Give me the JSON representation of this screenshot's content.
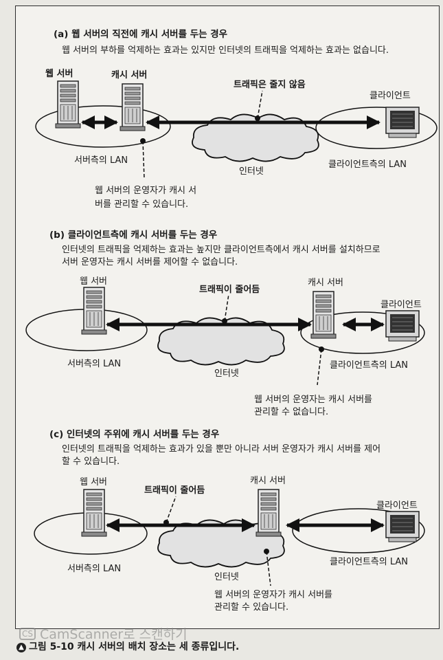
{
  "panels": [
    {
      "heading": "(a) 웹 서버의 직전에 캐시 서버를 두는 경우",
      "description": [
        "웹 서버의 부하를 억제하는 효과는 있지만 인터넷의 트래픽을 억제하는 효과는 없습니다."
      ],
      "labels": {
        "web_server": "웹 서버",
        "cache_server": "캐시 서버",
        "client": "클라이언트",
        "server_lan": "서버측의 LAN",
        "client_lan": "클라이언트측의 LAN",
        "internet": "인터넷",
        "traffic_note": "트래픽은 줄지 않음",
        "operator_note": [
          "웹 서버의 운영자가 캐시 서",
          "버를 관리할 수 있습니다."
        ]
      }
    },
    {
      "heading": "(b) 클라이언트측에 캐시 서버를 두는 경우",
      "description": [
        "인터넷의 트래픽을 억제하는 효과는 높지만 클라이언트측에서 캐시 서버를 설치하므로",
        "서버 운영자는 캐시 서버를 제어할 수 없습니다."
      ],
      "labels": {
        "web_server": "웹 서버",
        "cache_server": "캐시 서버",
        "client": "클라이언트",
        "server_lan": "서버측의 LAN",
        "client_lan": "클라이언트측의 LAN",
        "internet": "인터넷",
        "traffic_note": "트래픽이 줄어듬",
        "operator_note": [
          "웹 서버의 운영자는 캐시 서버를",
          "관리할 수 없습니다."
        ]
      }
    },
    {
      "heading": "(c) 인터넷의 주위에 캐시 서버를 두는 경우",
      "description": [
        "인터넷의 트래픽을 억제하는 효과가 있을 뿐만 아니라 서버 운영자가 캐시 서버를 제어",
        "할 수 있습니다."
      ],
      "labels": {
        "web_server": "웹 서버",
        "cache_server": "캐시 서버",
        "client": "클라이언트",
        "server_lan": "서버측의 LAN",
        "client_lan": "클라이언트측의 LAN",
        "internet": "인터넷",
        "traffic_note": "트래픽이 줄어듬",
        "operator_note": [
          "웹 서버의 운영자가 캐시 서버를",
          "관리할 수 있습니다."
        ]
      }
    }
  ],
  "caption": {
    "icon": "circle-arrow-up-icon",
    "text": "그림 5-10 캐시 서버의 배치 장소는 세 종류입니다."
  },
  "watermark": {
    "badge": "CS",
    "text": "CamScanner로 스캔하기"
  }
}
